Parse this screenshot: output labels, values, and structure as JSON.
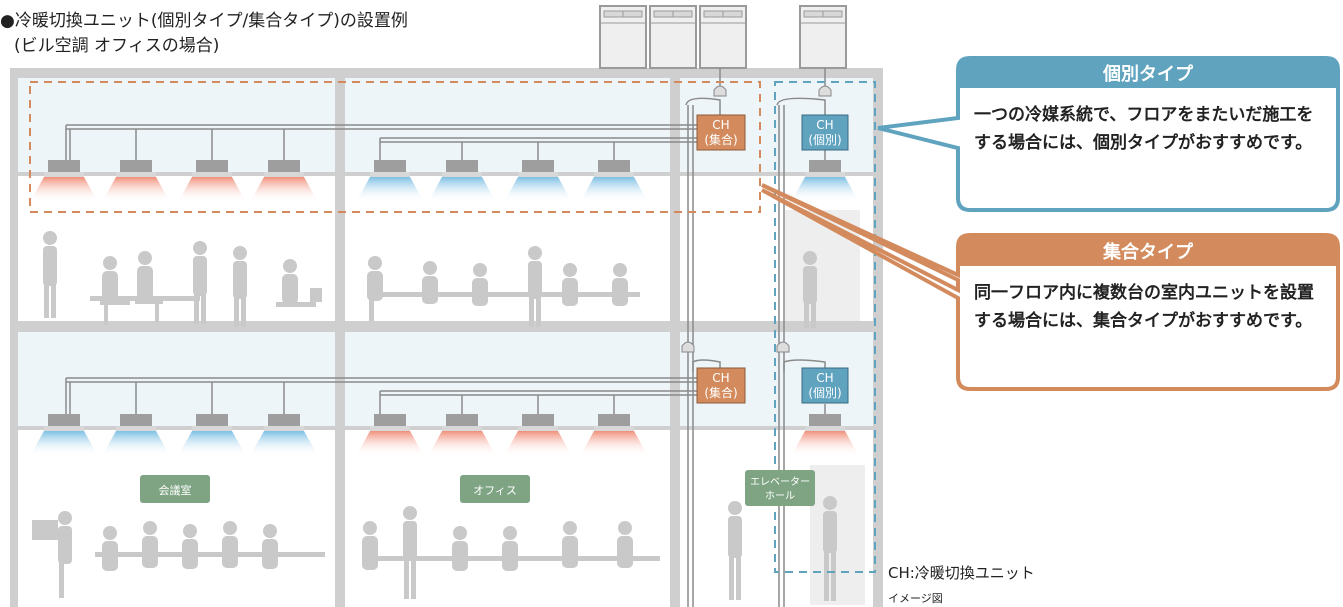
{
  "title": {
    "line1": "●冷暖切換ユニット(個別タイプ/集合タイプ)の設置例",
    "line2": "(ビル空調 オフィスの場合)"
  },
  "callouts": [
    {
      "title": "個別タイプ",
      "body": "一つの冷媒系統で、フロアをまたいだ施工をする場合には、個別タイプがおすすめです。"
    },
    {
      "title": "集合タイプ",
      "body": "同一フロア内に複数台の室内ユニットを設置する場合には、集合タイプがおすすめです。"
    }
  ],
  "ch_units": {
    "shared": {
      "line1": "CH",
      "line2": "(集合)"
    },
    "individual": {
      "line1": "CH",
      "line2": "(個別)"
    }
  },
  "room_labels": [
    "会議室",
    "オフィス",
    "エレベーターホール"
  ],
  "elevator_label_lines": [
    "エレベーター",
    "ホール"
  ],
  "legend": "CH:冷暖切換ユニット",
  "note": "イメージ図",
  "colors": {
    "orange": "#d38b5d",
    "blue": "#5fa3bf",
    "room_label_green": "#7ea483",
    "warm_air": "#f08f7a",
    "cool_air": "#7cbfe4",
    "building_frame": "#cfcfcf"
  }
}
